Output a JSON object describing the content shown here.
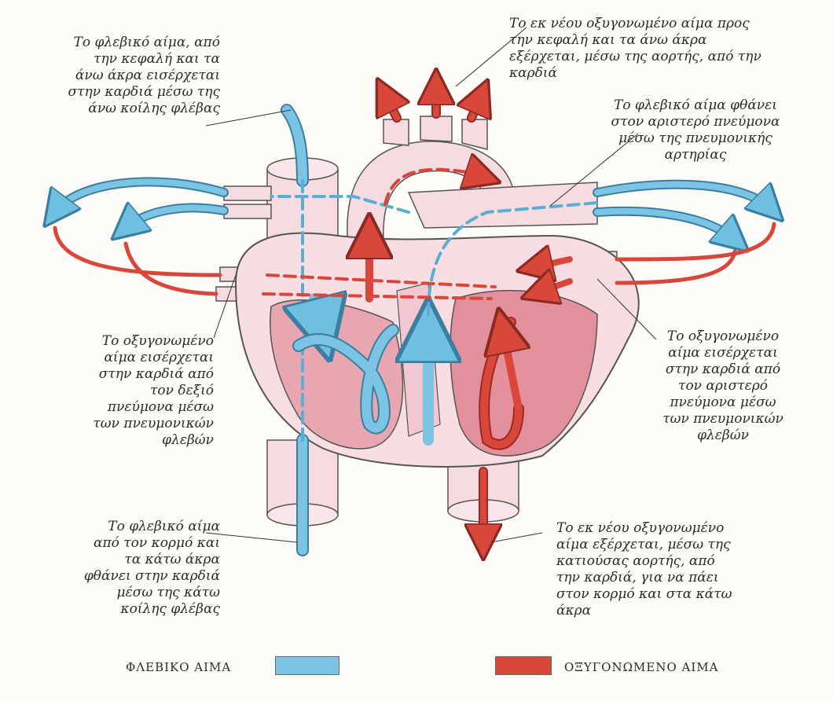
{
  "labels": {
    "svc_superior": "Το φλεβικό αίμα, από\nτην κεφαλή και τα\nάνω άκρα εισέρχεται\nστην καρδιά μέσω της\nάνω κοίλης φλέβας",
    "aorta_top": "Το εκ νέου οξυγονωμένο αίμα προς\nτην κεφαλή και τα άνω άκρα\nεξέρχεται, μέσω της αορτής, από την\nκαρδιά",
    "pulmonary_artery": "Το φλεβικό αίμα φθάνει\nστον αριστερό πνεύμονα\nμέσω της πνευμονικής\nαρτηρίας",
    "right_lung_veins": "Το οξυγονωμένο\nαίμα εισέρχεται\nστην καρδιά από\nτον δεξιό\nπνεύμονα μέσω\nτων πνευμονικών\nφλεβών",
    "left_lung_veins": "Το οξυγονωμένο\nαίμα εισέρχεται\nστην καρδιά από\nτον αριστερό\nπνεύμονα μέσω\nτων πνευμονικών\nφλεβών",
    "ivc_inferior": "Το φλεβικό αίμα\nαπό τον κορμό και\nτα κάτω άκρα\nφθάνει στην καρδιά\nμέσω της κάτω\nκοίλης φλέβας",
    "descending_aorta": "Το εκ νέου οξυγονωμένο\nαίμα εξέρχεται, μέσω της\nκατιούσας αορτής, από\nτην καρδιά, για να πάει\nστον κορμό και στα κάτω\nάκρα"
  },
  "legend": {
    "venous_label": "ΦΛΕΒΙΚΟ ΑΙΜΑ",
    "oxygenated_label": "ΟΞΥΓΟΝΩΜΕΝΟ ΑΙΜΑ",
    "venous_color": "#7cc4e4",
    "oxygenated_color": "#d9473a"
  }
}
